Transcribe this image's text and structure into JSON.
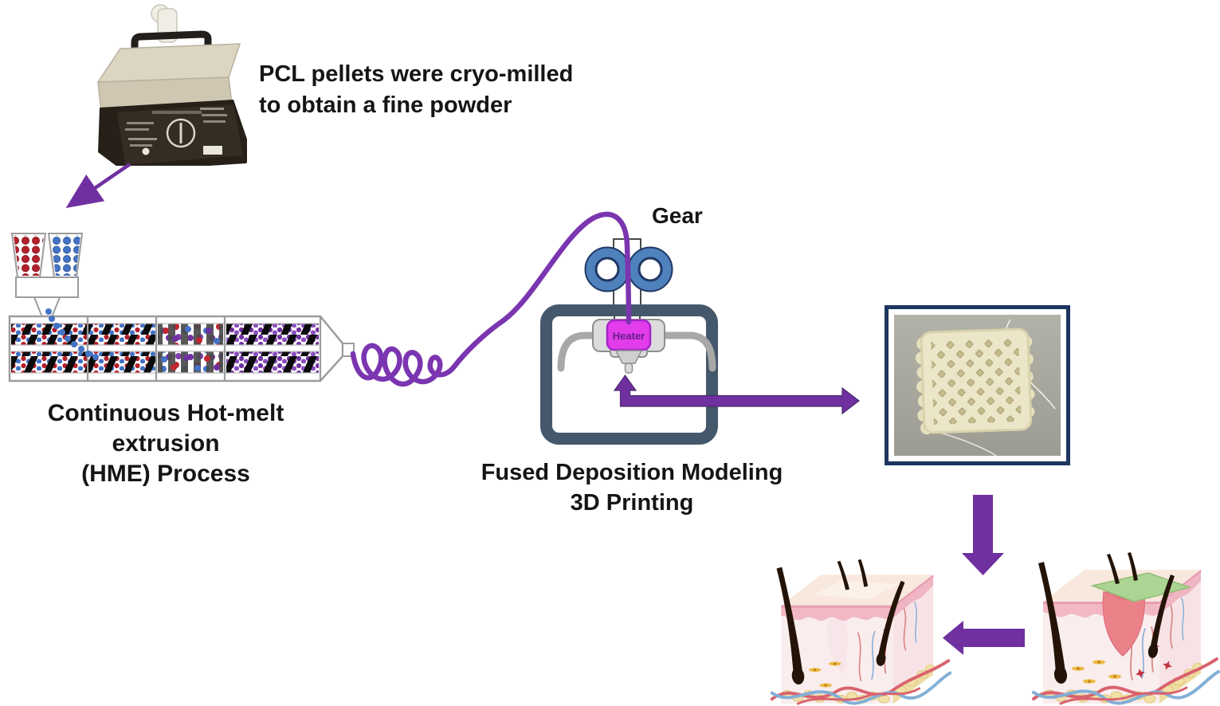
{
  "figure": {
    "background": "#FFFFFF",
    "captions": {
      "cryomill_line1": "PCL pellets were cryo-milled",
      "cryomill_line2": "to obtain a fine powder",
      "hme_line1": "Continuous Hot-melt extrusion",
      "hme_line2": "(HME) Process",
      "gear_label": "Gear",
      "heater_label": "Heater",
      "fdm_line1": "Fused Deposition Modeling",
      "fdm_line2": "3D Printing"
    },
    "colors": {
      "arrow_purple": "#7030A0",
      "filament_purple": "#7B35B0",
      "printer_frame_slate": "#45586B",
      "gear_blue": "#4F81BD",
      "gear_outline_navy": "#203864",
      "heater_magenta": "#E23CEB",
      "photo_frame_navy": "#1E3560",
      "pellet_red": "#B3202C",
      "pellet_blue": "#4472C4",
      "melt_purple": "#7030A0",
      "scaffold_cream": "#EBE6C8",
      "scaffold_patch_green": "#ACD492",
      "wound_red": "#EC8289",
      "skin_pink": "#F2B9C5"
    }
  }
}
